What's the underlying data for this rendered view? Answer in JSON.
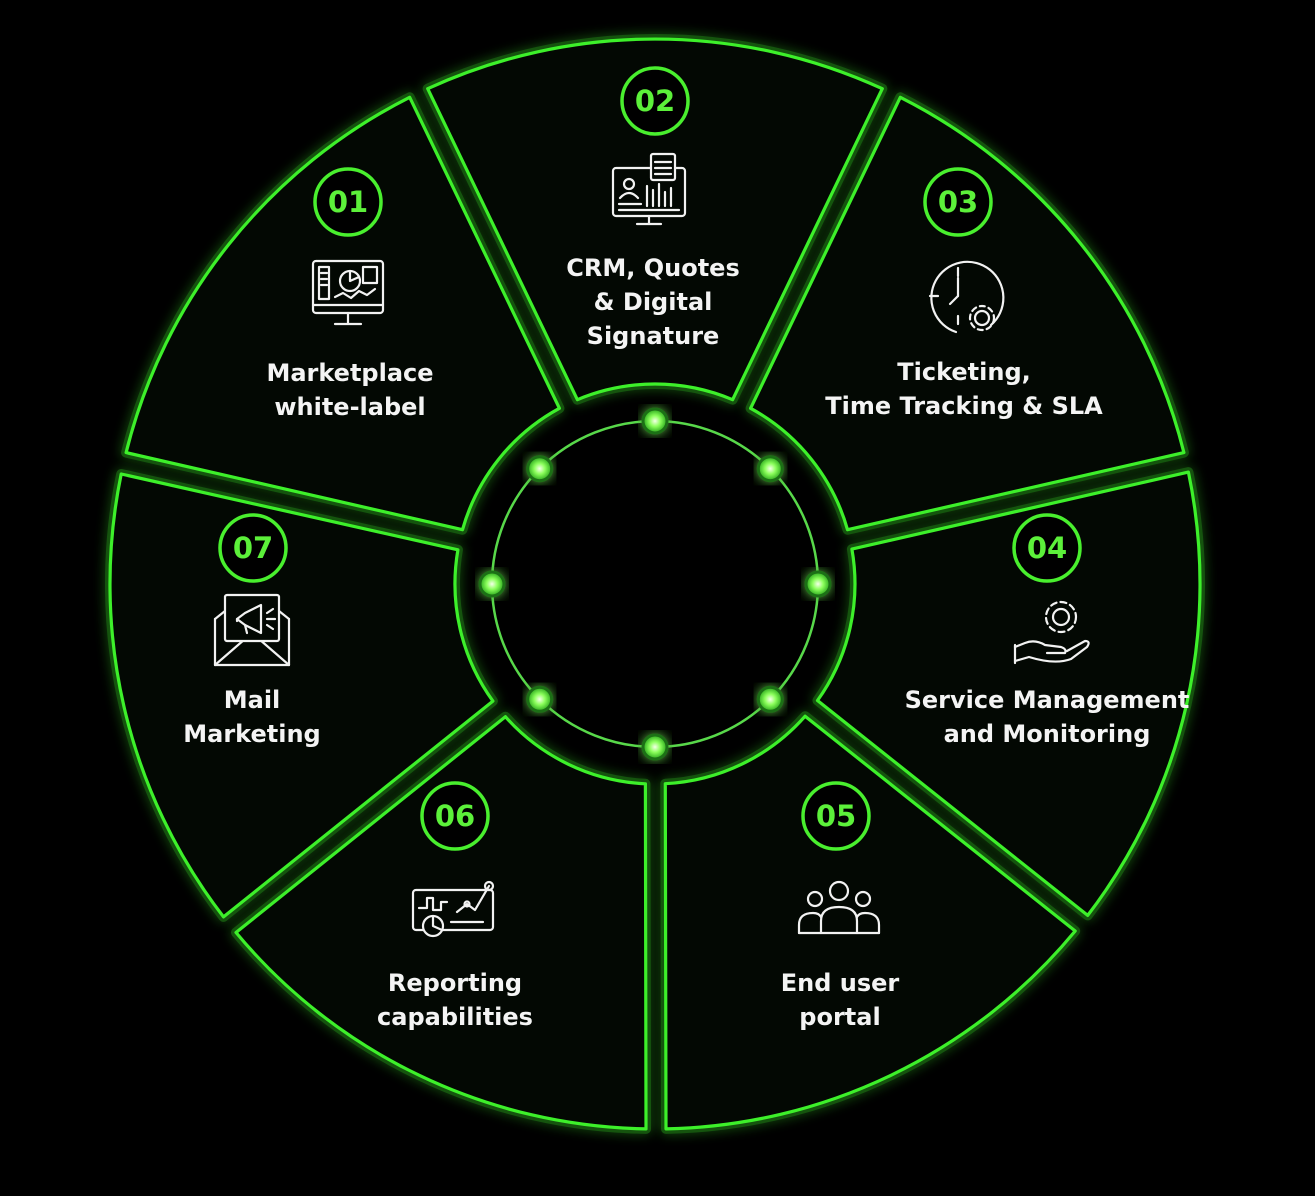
{
  "colors": {
    "accent": "#3df02a",
    "background": "#000000",
    "text": "#f4f4f4",
    "number": "#5cf03a"
  },
  "segments": [
    {
      "number": "01",
      "lines": [
        "Marketplace",
        "white-label"
      ],
      "icon": "analytics-monitor-icon"
    },
    {
      "number": "02",
      "lines": [
        "CRM, Quotes",
        "& Digital",
        "Signature"
      ],
      "icon": "crm-monitor-icon"
    },
    {
      "number": "03",
      "lines": [
        "Ticketing,",
        "Time Tracking & SLA"
      ],
      "icon": "clock-gear-icon"
    },
    {
      "number": "04",
      "lines": [
        "Service Management",
        "and Monitoring"
      ],
      "icon": "gear-hand-icon"
    },
    {
      "number": "05",
      "lines": [
        "End user",
        "portal"
      ],
      "icon": "users-group-icon"
    },
    {
      "number": "06",
      "lines": [
        "Reporting",
        "capabilities"
      ],
      "icon": "report-dashboard-icon"
    },
    {
      "number": "07",
      "lines": [
        "Mail",
        "Marketing"
      ],
      "icon": "mail-megaphone-icon"
    }
  ]
}
